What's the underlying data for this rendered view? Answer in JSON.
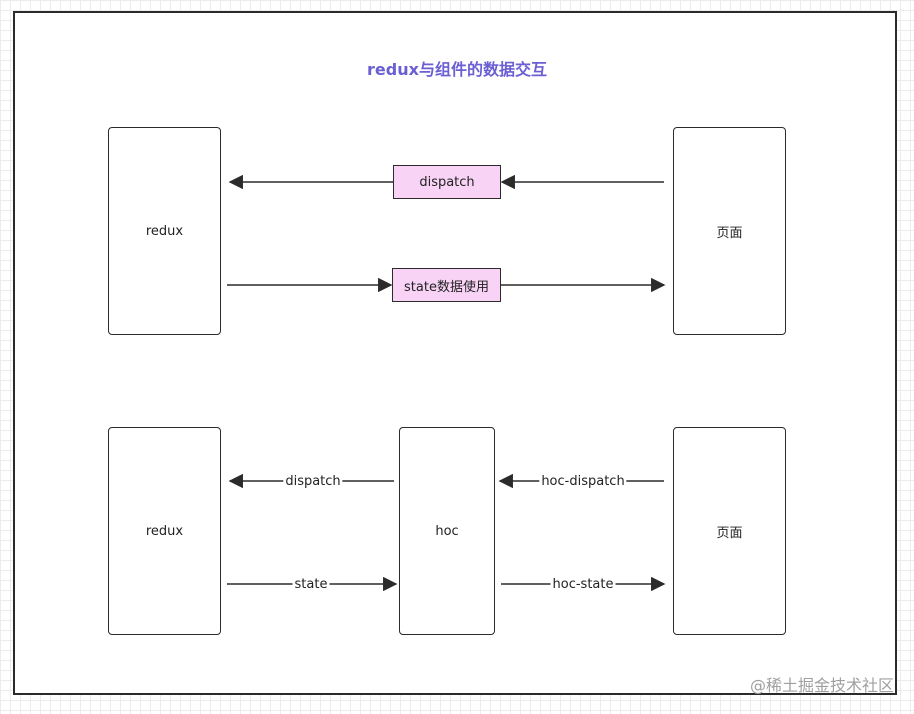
{
  "title": "redux与组件的数据交互",
  "top": {
    "left_box": "redux",
    "right_box": "页面",
    "dispatch_tag": "dispatch",
    "state_tag": "state数据使用"
  },
  "bottom": {
    "left_box": "redux",
    "middle_box": "hoc",
    "right_box": "页面",
    "dispatch_label": "dispatch",
    "state_label": "state",
    "hoc_dispatch_label": "hoc-dispatch",
    "hoc_state_label": "hoc-state"
  },
  "watermark": "@稀土掘金技术社区",
  "colors": {
    "tag_fill": "#f8d3f6",
    "title": "#6b5fd3"
  }
}
